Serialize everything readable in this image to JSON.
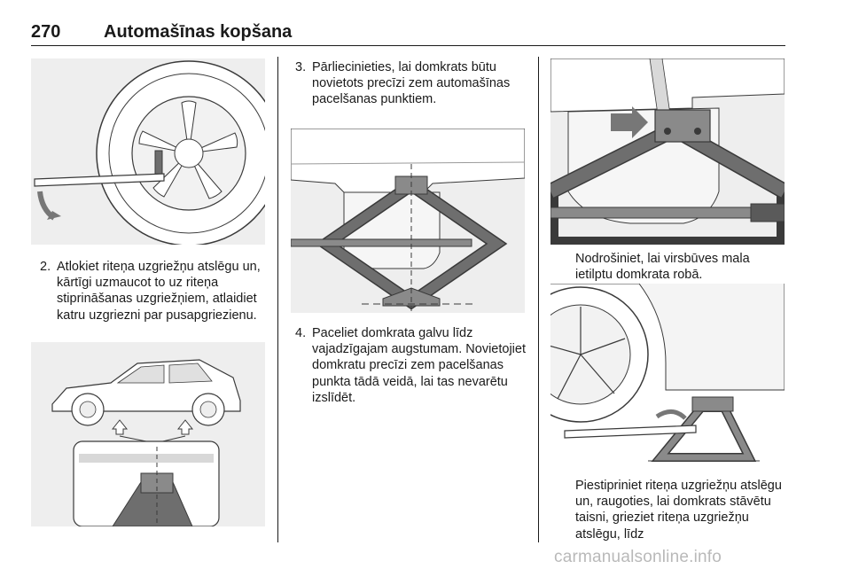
{
  "header": {
    "page_number": "270",
    "chapter_title": "Automašīnas kopšana"
  },
  "steps": {
    "step2": {
      "number": "2.",
      "text": "Atlokiet riteņa uzgriežņu atslēgu un, kārtīgi uzmaucot to uz riteņa stiprināšanas uzgriežņiem, atlaidiet katru uzgriezni par pusapgriezienu."
    },
    "step3": {
      "number": "3.",
      "text": "Pārliecinieties, lai domkrats būtu novietots precīzi zem automašīnas pacelšanas punktiem."
    },
    "step4": {
      "number": "4.",
      "text": "Paceliet domkrata galvu līdz vajadzīgajam augstumam. Novietojiet domkratu precīzi zem pacelšanas punkta tādā veidā, lai tas nevarētu izslīdēt."
    }
  },
  "notes": {
    "body_edge": "Nodrošiniet, lai virsbūves mala ietilptu domkrata robā.",
    "crank": "Piestipriniet riteņa uzgriežņu atslēgu un, raugoties, lai domkrats stāvētu taisni, grieziet riteņa uzgriežņu atslēgu, līdz"
  },
  "watermark": "carmanualsonline.info",
  "colors": {
    "figure_bg": "#eeeeee",
    "line_art": "#3a3a3a",
    "jack_fill": "#6e6e6e",
    "text": "#1a1a1a",
    "watermark": "#b9b9b9"
  }
}
